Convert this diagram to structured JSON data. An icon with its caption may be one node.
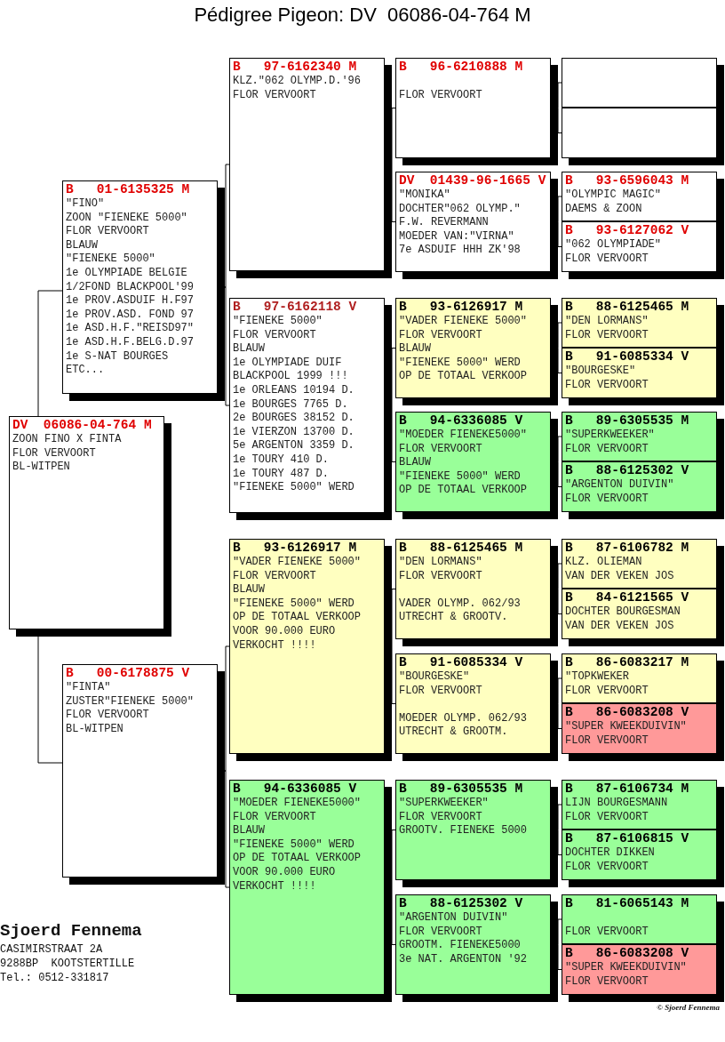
{
  "diagram": {
    "title": "Pédigree Pigeon: DV  06086-04-764 M",
    "nodes": [
      {
        "text": [
          "DV  06086-04-764 M",
          "ZOON FINO X FINTA",
          "FLOR VERVOORT",
          "BL-WITPEN"
        ]
      },
      {
        "text": [
          "B   01-6135325 M",
          "\"FINO\"",
          "ZOON \"FIENEKE 5000\"",
          "FLOR VERVOORT",
          "BLAUW",
          "\"FIENEKE 5000\"",
          "1e OLYMPIADE BELGIE",
          "1/2FOND BLACKPOOL'99",
          "1e PROV.ASDUIF H.F97",
          "1e PROV.ASD. FOND 97",
          "1e ASD.H.F.\"REISD97\"",
          "1e ASD.H.F.BELG.D.97",
          "1e S-NAT BOURGES",
          "ETC..."
        ]
      },
      {
        "text": [
          "B   00-6178875 V",
          "\"FINTA\"",
          "ZUSTER\"FIENEKE 5000\"",
          "FLOR VERVOORT",
          "BL-WITPEN"
        ]
      },
      {
        "text": [
          "B   97-6162340 M",
          "KLZ.\"062 OLYMP.D.'96",
          "FLOR VERVOORT"
        ]
      },
      {
        "text": [
          "B   97-6162118 V",
          "\"FIENEKE 5000\"",
          "FLOR VERVOORT",
          "BLAUW",
          "1e OLYMPIADE DUIF",
          "BLACKPOOL 1999 !!!",
          "1e ORLEANS 10194 D.",
          "1e BOURGES 7765 D.",
          "2e BOURGES 38152 D.",
          "1e VIERZON 13700 D.",
          "5e ARGENTON 3359 D.",
          "1e TOURY 410 D.",
          "1e TOURY 487 D.",
          "\"FIENEKE 5000\" WERD"
        ]
      },
      {
        "text": [
          "B   93-6126917 M",
          "\"VADER FIENEKE 5000\"",
          "FLOR VERVOORT",
          "BLAUW",
          "\"FIENEKE 5000\" WERD",
          "OP DE TOTAAL VERKOOP",
          "VOOR 90.000 EURO",
          "VERKOCHT !!!!"
        ]
      },
      {
        "text": [
          "B   94-6336085 V",
          "\"MOEDER FIENEKE5000\"",
          "FLOR VERVOORT",
          "BLAUW",
          "\"FIENEKE 5000\" WERD",
          "OP DE TOTAAL VERKOOP",
          "VOOR 90.000 EURO",
          "VERKOCHT !!!!"
        ]
      },
      {
        "text": [
          "B   96-6210888 M",
          "FLOR VERVOORT"
        ]
      },
      {
        "text": [
          "DV  01439-96-1665 V",
          "\"MONIKA\"",
          "DOCHTER\"062 OLYMP.\"",
          "F.W. REVERMANN",
          "MOEDER VAN:\"VIRNA\"",
          "7e ASDUIF HHH ZK'98"
        ]
      },
      {
        "text": [
          "B   93-6126917 M",
          "\"VADER FIENEKE 5000\"",
          "FLOR VERVOORT",
          "BLAUW",
          "\"FIENEKE 5000\" WERD",
          "OP DE TOTAAL VERKOOP"
        ]
      },
      {
        "text": [
          "B   94-6336085 V",
          "\"MOEDER FIENEKE5000\"",
          "FLOR VERVOORT",
          "BLAUW",
          "\"FIENEKE 5000\" WERD",
          "OP DE TOTAAL VERKOOP"
        ]
      },
      {
        "text": [
          "B   88-6125465 M",
          "\"DEN LORMANS\"",
          "FLOR VERVOORT",
          "VADER OLYMP. 062/93",
          "UTRECHT & GROOTV."
        ]
      },
      {
        "text": [
          "B   91-6085334 V",
          "\"BOURGESKE\"",
          "FLOR VERVOORT",
          "MOEDER OLYMP. 062/93",
          "UTRECHT & GROOTM."
        ]
      },
      {
        "text": [
          "B   89-6305535 M",
          "\"SUPERKWEEKER\"",
          "FLOR VERVOORT",
          "GROOTV. FIENEKE 5000"
        ]
      },
      {
        "text": [
          "B   88-6125302 V",
          "\"ARGENTON DUIVIN\"",
          "FLOR VERVOORT",
          "GROOTM. FIENEKE5000",
          "3e NAT. ARGENTON '92"
        ]
      },
      {
        "text": [],
        "shape": "box"
      },
      {
        "text": [],
        "shape": "box"
      },
      {
        "text": [
          "B   93-6596043 M",
          "\"OLYMPIC MAGIC\"",
          "DAEMS & ZOON"
        ]
      },
      {
        "text": [
          "B   93-6127062 V",
          "\"062 OLYMPIADE\"",
          "FLOR VERVOORT"
        ]
      },
      {
        "text": [
          "B   88-6125465 M",
          "\"DEN LORMANS\"",
          "FLOR VERVOORT"
        ]
      },
      {
        "text": [
          "B   91-6085334 V",
          "\"BOURGESKE\"",
          "FLOR VERVOORT"
        ]
      },
      {
        "text": [
          "B   89-6305535 M",
          "\"SUPERKWEEKER\"",
          "FLOR VERVOORT"
        ]
      },
      {
        "text": [
          "B   88-6125302 V",
          "\"ARGENTON DUIVIN\"",
          "FLOR VERVOORT"
        ]
      },
      {
        "text": [
          "B   87-6106782 M",
          "KLZ. OLIEMAN",
          "VAN DER VEKEN JOS"
        ]
      },
      {
        "text": [
          "B   84-6121565 V",
          "DOCHTER BOURGESMAN",
          "VAN DER VEKEN JOS"
        ]
      },
      {
        "text": [
          "B   86-6083217 M",
          "\"TOPKWEKER",
          "FLOR VERVOORT"
        ]
      },
      {
        "text": [
          "B   86-6083208 V",
          "\"SUPER KWEEKDUIVIN\"",
          "FLOR VERVOORT"
        ]
      },
      {
        "text": [
          "B   87-6106734 M",
          "LIJN BOURGESMANN",
          "FLOR VERVOORT"
        ]
      },
      {
        "text": [
          "B   87-6106815 V",
          "DOCHTER DIKKEN",
          "FLOR VERVOORT"
        ]
      },
      {
        "text": [
          "B   81-6065143 M",
          "FLOR VERVOORT"
        ]
      },
      {
        "text": [
          "B   86-6083208 V",
          "\"SUPER KWEEKDUIVIN\"",
          "FLOR VERVOORT"
        ]
      }
    ],
    "edges": [
      {
        "from": 0,
        "to": 1,
        "arrow": "none"
      },
      {
        "from": 0,
        "to": 2,
        "arrow": "none"
      },
      {
        "from": 1,
        "to": 3,
        "arrow": "none"
      },
      {
        "from": 1,
        "to": 4,
        "arrow": "none"
      },
      {
        "from": 2,
        "to": 5,
        "arrow": "none"
      },
      {
        "from": 2,
        "to": 6,
        "arrow": "none"
      },
      {
        "from": 3,
        "to": 7,
        "arrow": "none"
      },
      {
        "from": 3,
        "to": 8,
        "arrow": "none"
      },
      {
        "from": 4,
        "to": 9,
        "arrow": "none"
      },
      {
        "from": 4,
        "to": 10,
        "arrow": "none"
      },
      {
        "from": 5,
        "to": 11,
        "arrow": "none"
      },
      {
        "from": 5,
        "to": 12,
        "arrow": "none"
      },
      {
        "from": 6,
        "to": 13,
        "arrow": "none"
      },
      {
        "from": 6,
        "to": 14,
        "arrow": "none"
      },
      {
        "from": 7,
        "to": 15,
        "arrow": "none"
      },
      {
        "from": 7,
        "to": 16,
        "arrow": "none"
      },
      {
        "from": 8,
        "to": 17,
        "arrow": "none"
      },
      {
        "from": 8,
        "to": 18,
        "arrow": "none"
      },
      {
        "from": 9,
        "to": 19,
        "arrow": "none"
      },
      {
        "from": 9,
        "to": 20,
        "arrow": "none"
      },
      {
        "from": 10,
        "to": 21,
        "arrow": "none"
      },
      {
        "from": 10,
        "to": 22,
        "arrow": "none"
      },
      {
        "from": 11,
        "to": 23,
        "arrow": "none"
      },
      {
        "from": 11,
        "to": 24,
        "arrow": "none"
      },
      {
        "from": 12,
        "to": 25,
        "arrow": "none"
      },
      {
        "from": 12,
        "to": 26,
        "arrow": "none"
      },
      {
        "from": 13,
        "to": 27,
        "arrow": "none"
      },
      {
        "from": 13,
        "to": 28,
        "arrow": "none"
      },
      {
        "from": 14,
        "to": 29,
        "arrow": "none"
      },
      {
        "from": 14,
        "to": 30,
        "arrow": "none"
      }
    ],
    "labels": [
      "Sjoerd Fennema",
      "CASIMIRSTRAAT 2A",
      "9288BP  KOOTSTERTILLE",
      "Tel.: 0512-331817",
      "© Sjoerd Fennema"
    ]
  }
}
